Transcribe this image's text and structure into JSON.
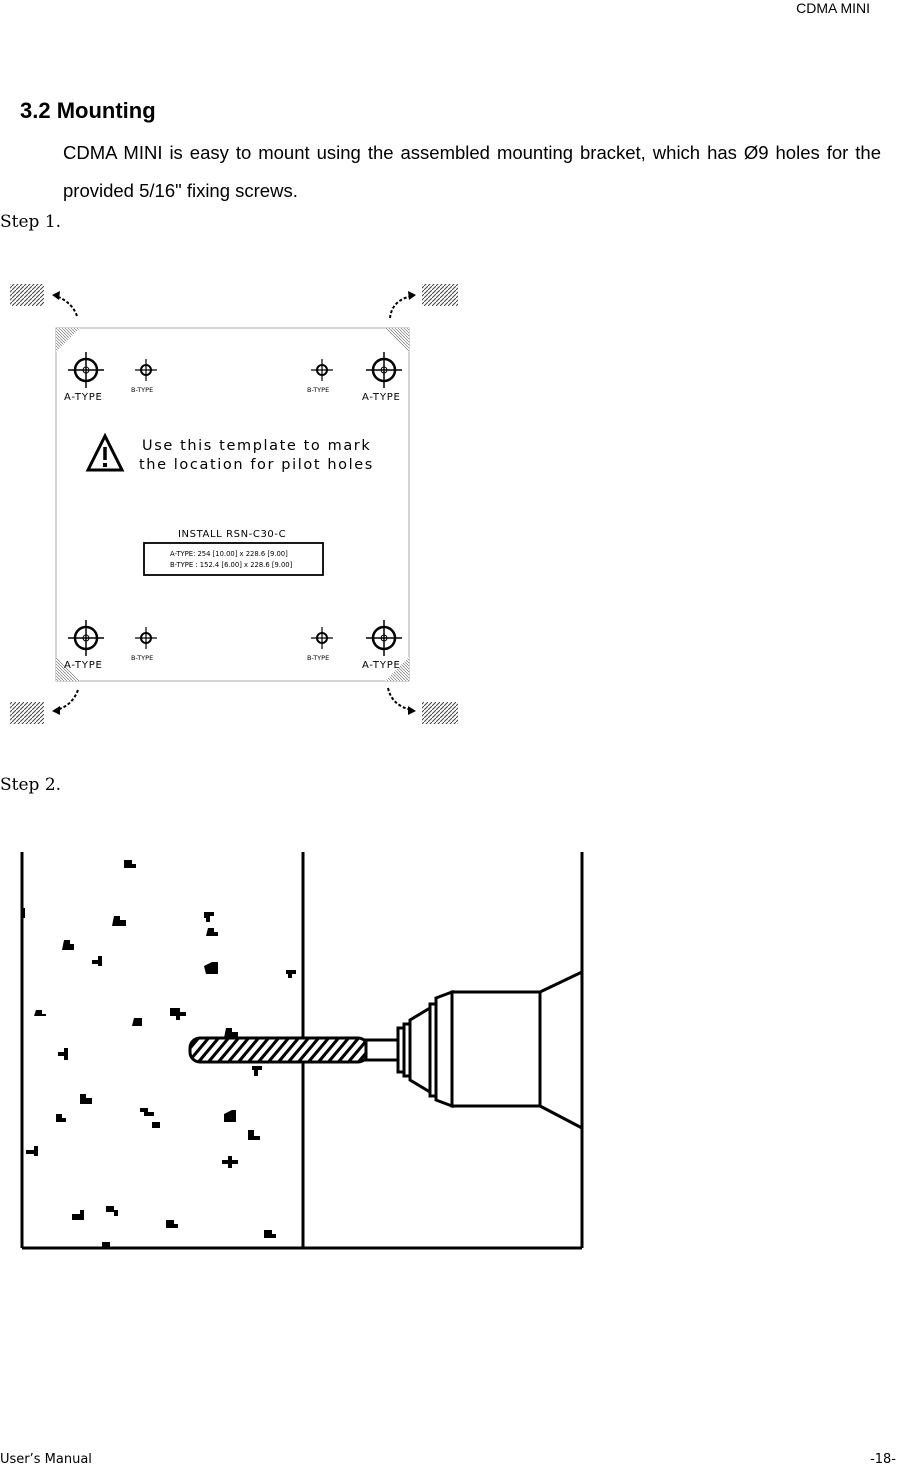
{
  "header": {
    "product": "CDMA MINI"
  },
  "section": {
    "title": "3.2 Mounting",
    "paragraph": "CDMA MINI is easy to mount using the assembled mounting bracket, which has Ø9 holes for the provided 5/16\" fixing screws."
  },
  "steps": {
    "step1": "Step 1.",
    "step2": "Step 2."
  },
  "template": {
    "a_type": "A-TYPE",
    "b_type": "B-TYPE",
    "warning_line1": "Use this template to mark",
    "warning_line2": "the location for pilot holes",
    "install": "INSTALL RSN-C30-C",
    "dim_a": "A-TYPE: 254 [10.00] x 228.6 [9.00]",
    "dim_b": "B-TYPE : 152.4 [6.00] x 228.6 [9.00]",
    "warning_icon": "warning-triangle-icon"
  },
  "footer": {
    "left": "User’s Manual",
    "right": "-18-"
  }
}
